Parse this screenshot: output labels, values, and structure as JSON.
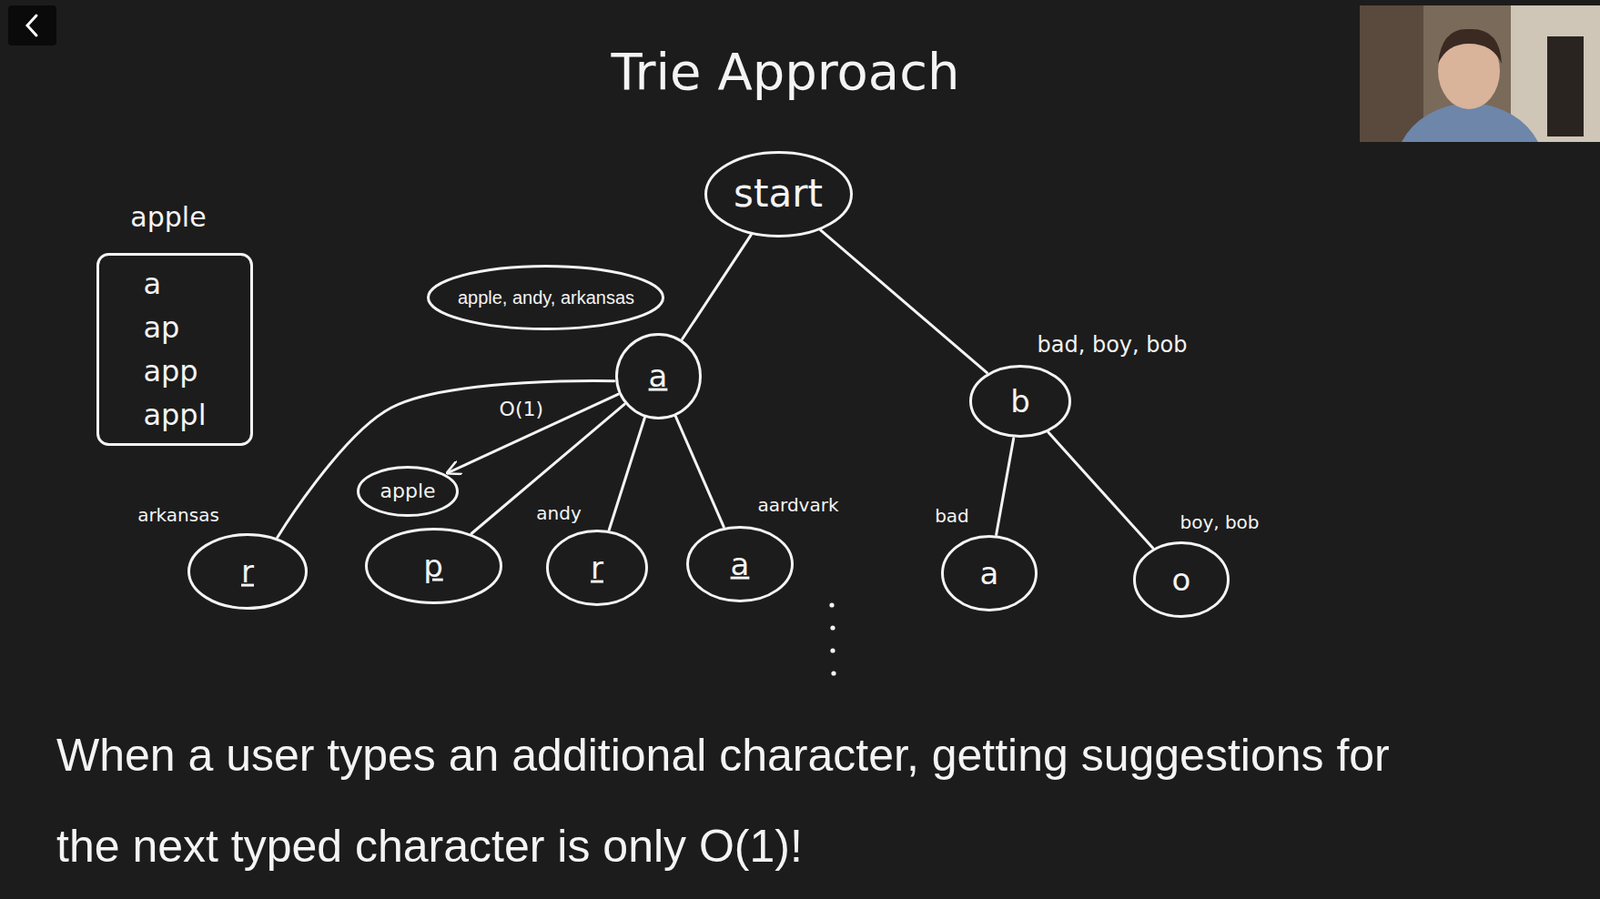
{
  "diagram": {
    "title": "Trie Approach",
    "caption": "When a user types an additional character, getting suggestions for the next typed character is only O(1)!",
    "nodes": [
      {
        "text": [
          "apple",
          "a",
          "ap",
          "app",
          "appl"
        ]
      },
      {
        "text": [
          "start"
        ]
      },
      {
        "text": [
          "apple, andy, arkansas"
        ]
      },
      {
        "text": [
          "a"
        ]
      },
      {
        "text": [
          "bad, boy, bob",
          "b"
        ]
      },
      {
        "text": [
          "arkansas",
          "r"
        ]
      },
      {
        "text": [
          "apple"
        ]
      },
      {
        "text": [
          "p"
        ]
      },
      {
        "text": [
          "andy",
          "r"
        ]
      },
      {
        "text": [
          "aardvark",
          "a"
        ]
      },
      {
        "text": [
          "bad",
          "a"
        ]
      },
      {
        "text": [
          "boy, bob",
          "o"
        ]
      }
    ],
    "edges": [
      {
        "from": 1,
        "to": 3,
        "arrow": "none"
      },
      {
        "from": 1,
        "to": 4,
        "arrow": "none"
      },
      {
        "from": 3,
        "to": 5,
        "arrow": "none"
      },
      {
        "from": 3,
        "to": 7,
        "arrow": "none"
      },
      {
        "from": 3,
        "to": 6,
        "arrow": "to",
        "label": "O(1)"
      },
      {
        "from": 3,
        "to": 8,
        "arrow": "none"
      },
      {
        "from": 3,
        "to": 9,
        "arrow": "none"
      },
      {
        "from": 4,
        "to": 10,
        "arrow": "none"
      },
      {
        "from": 4,
        "to": 11,
        "arrow": "none"
      }
    ]
  }
}
